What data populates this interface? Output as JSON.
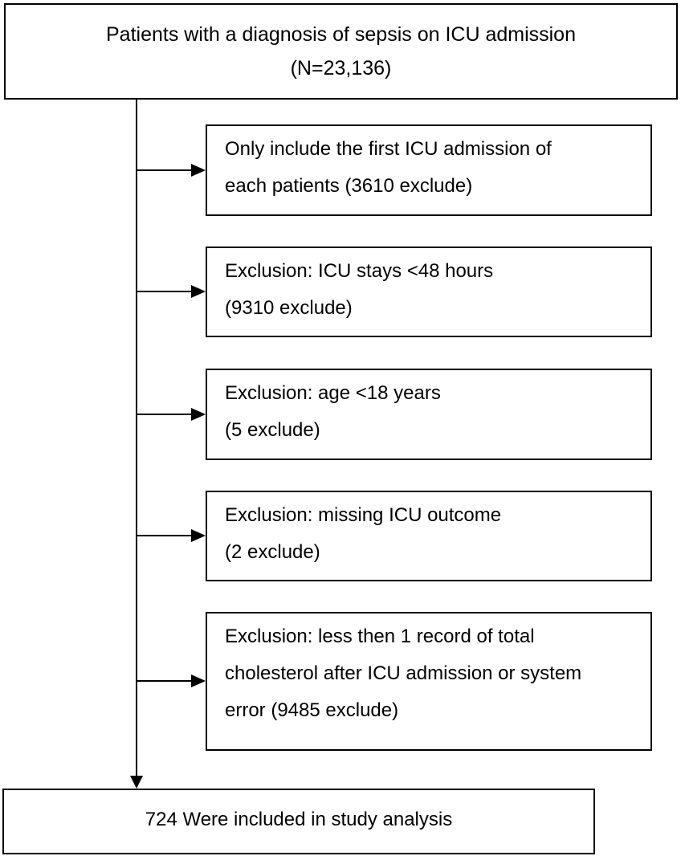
{
  "start": {
    "line1": "Patients with a diagnosis of sepsis on ICU admission",
    "line2": "(N=23,136)"
  },
  "exclusions": [
    {
      "line1": "Only include the first ICU admission of",
      "line2": "each patients (3610 exclude)"
    },
    {
      "line1": "Exclusion: ICU stays <48 hours",
      "line2": "(9310 exclude)"
    },
    {
      "line1": "Exclusion: age <18 years",
      "line2": "(5 exclude)"
    },
    {
      "line1": "Exclusion: missing ICU outcome",
      "line2": "(2 exclude)"
    },
    {
      "line1": "Exclusion: less then 1 record of total",
      "line2": "cholesterol after ICU admission or system",
      "line3": "error (9485 exclude)"
    }
  ],
  "result": {
    "text": "724 Were included in study analysis"
  }
}
